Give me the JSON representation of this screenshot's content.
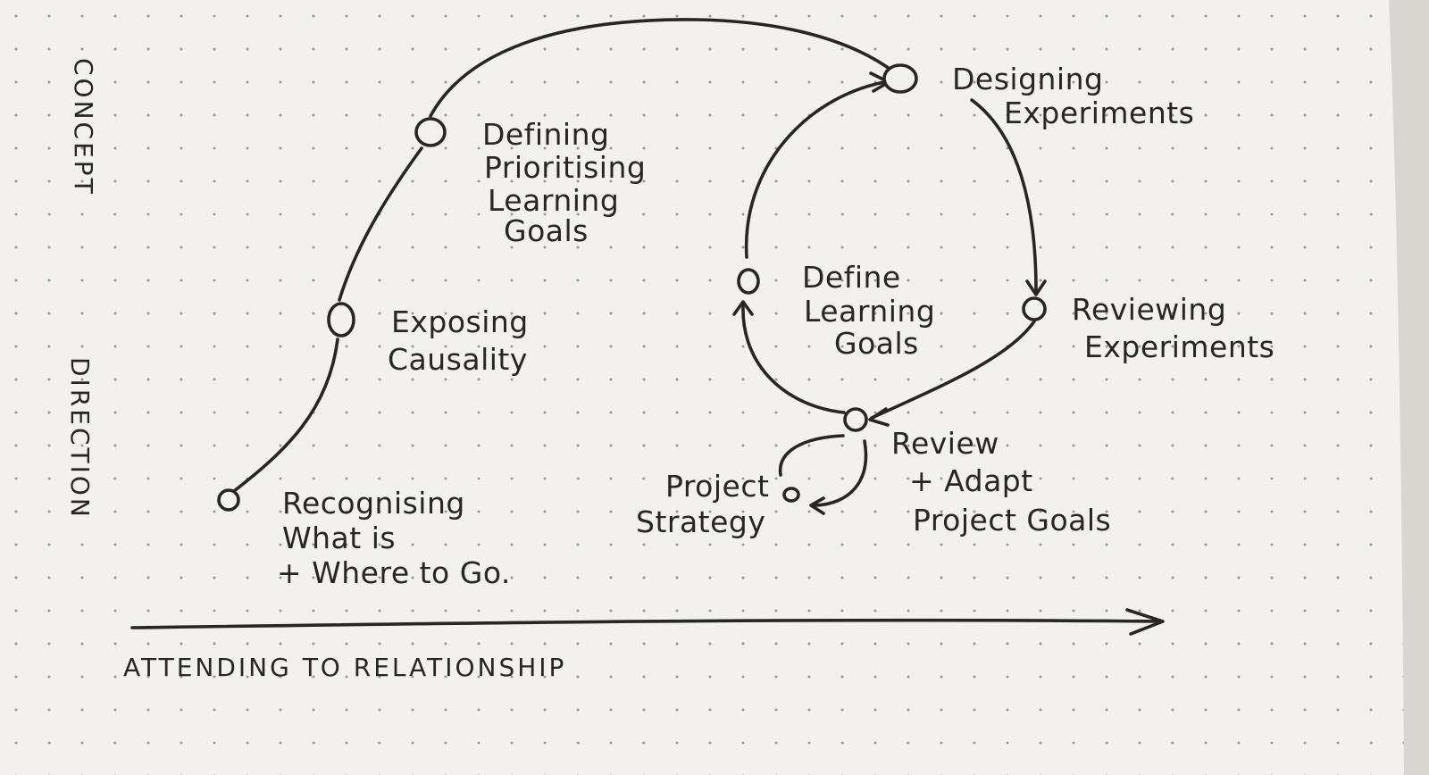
{
  "axes": {
    "y_top": "CONCEPT",
    "y_bottom": "DIRECTION",
    "x": "ATTENDING TO RELATIONSHIP"
  },
  "nodes": {
    "recognising": [
      "Recognising",
      "What is",
      "+ Where to Go."
    ],
    "exposing": [
      "Exposing",
      "Causality"
    ],
    "defining": [
      "Defining",
      "Prioritising",
      "Learning",
      "Goals"
    ],
    "designing": [
      "Designing",
      "Experiments"
    ],
    "define_goals": [
      "Define",
      "Learning",
      "Goals"
    ],
    "reviewing": [
      "Reviewing",
      "Experiments"
    ],
    "review_adapt": [
      "Review",
      "+ Adapt",
      "Project Goals"
    ],
    "strategy": [
      "Project",
      "Strategy"
    ]
  },
  "colors": {
    "paper": "#f3f1ee",
    "ink": "#2b2522",
    "dots": "#9b9794"
  }
}
